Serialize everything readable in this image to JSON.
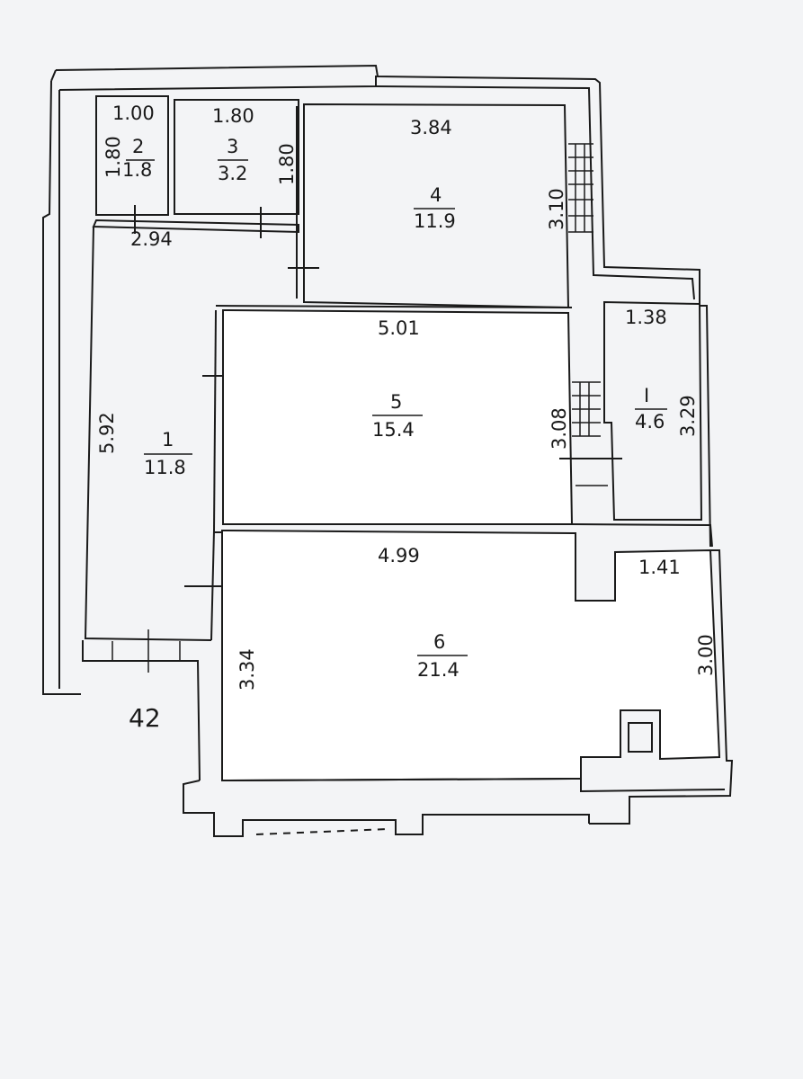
{
  "apartment_number": "42",
  "rooms": [
    {
      "id": "room-1",
      "number": "1",
      "area": "11.8"
    },
    {
      "id": "room-2",
      "number": "2",
      "area": "1.8"
    },
    {
      "id": "room-3",
      "number": "3",
      "area": "3.2"
    },
    {
      "id": "room-4",
      "number": "4",
      "area": "11.9"
    },
    {
      "id": "room-5",
      "number": "5",
      "area": "15.4"
    },
    {
      "id": "room-6",
      "number": "6",
      "area": "21.4"
    },
    {
      "id": "room-loggia",
      "number": "I",
      "area": "4.6"
    }
  ],
  "dimensions": {
    "room2_width": "1.00",
    "room2_height": "1.80",
    "room3_width": "1.80",
    "room3_height": "1.80",
    "room4_width": "3.84",
    "room4_height": "3.10",
    "room1_width": "2.94",
    "room1_height": "5.92",
    "room5_width": "5.01",
    "room5_height": "3.08",
    "loggia_width": "1.38",
    "loggia_height": "3.29",
    "room6_width": "4.99",
    "room6_height": "3.34",
    "balcony_width": "1.41",
    "balcony_height": "3.00"
  }
}
